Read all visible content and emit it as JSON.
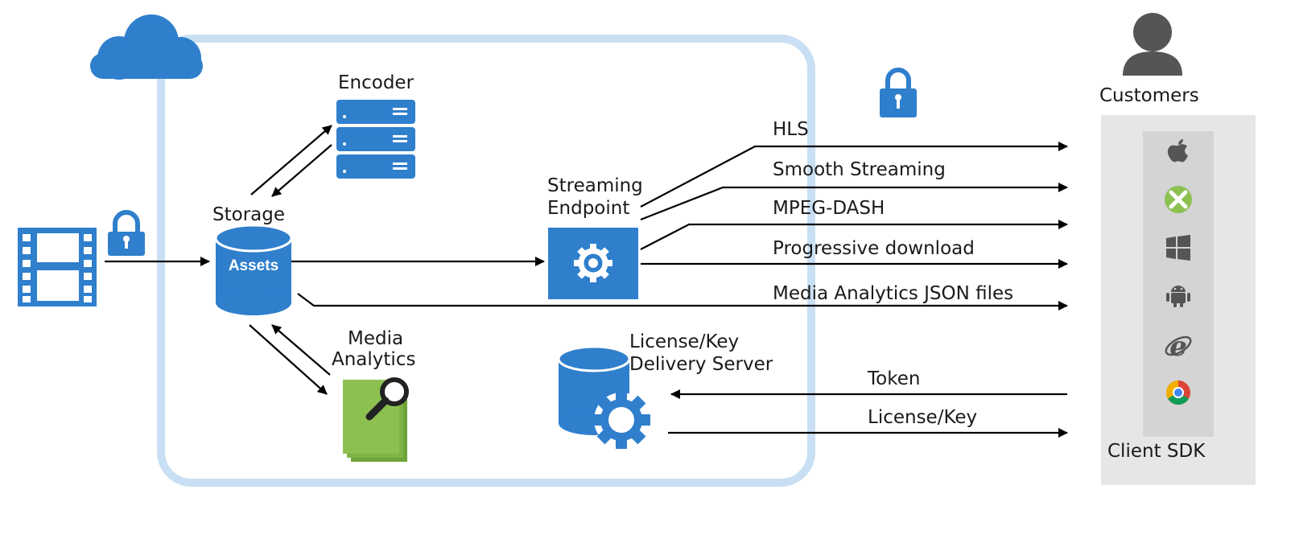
{
  "labels": {
    "encoder": "Encoder",
    "storage": "Storage",
    "assets": "Assets",
    "streaming_endpoint_1": "Streaming",
    "streaming_endpoint_2": "Endpoint",
    "media_analytics_1": "Media",
    "media_analytics_2": "Analytics",
    "license_server_1": "License/Key",
    "license_server_2": "Delivery Server",
    "customers": "Customers",
    "client_sdk": "Client SDK"
  },
  "outputs": {
    "hls": "HLS",
    "smooth": "Smooth Streaming",
    "dash": "MPEG-DASH",
    "progressive": "Progressive download",
    "json": "Media Analytics JSON files",
    "token": "Token",
    "license_key": "License/Key"
  },
  "icons": {
    "cloud": "cloud-icon",
    "film": "film-icon",
    "lock": "lock-icon",
    "server": "server-icon",
    "database": "database-icon",
    "gear": "gear-icon",
    "analytics": "magnifier-documents-icon",
    "person": "person-icon",
    "platforms": [
      "apple-icon",
      "xbox-icon",
      "windows-icon",
      "android-icon",
      "ie-icon",
      "chrome-icon"
    ]
  },
  "colors": {
    "primary_blue": "#2f7fcd",
    "light_blue_border": "#c9dff3",
    "green": "#8cc152",
    "panel_gray": "#e6e6e6",
    "icon_gray": "#555555"
  }
}
